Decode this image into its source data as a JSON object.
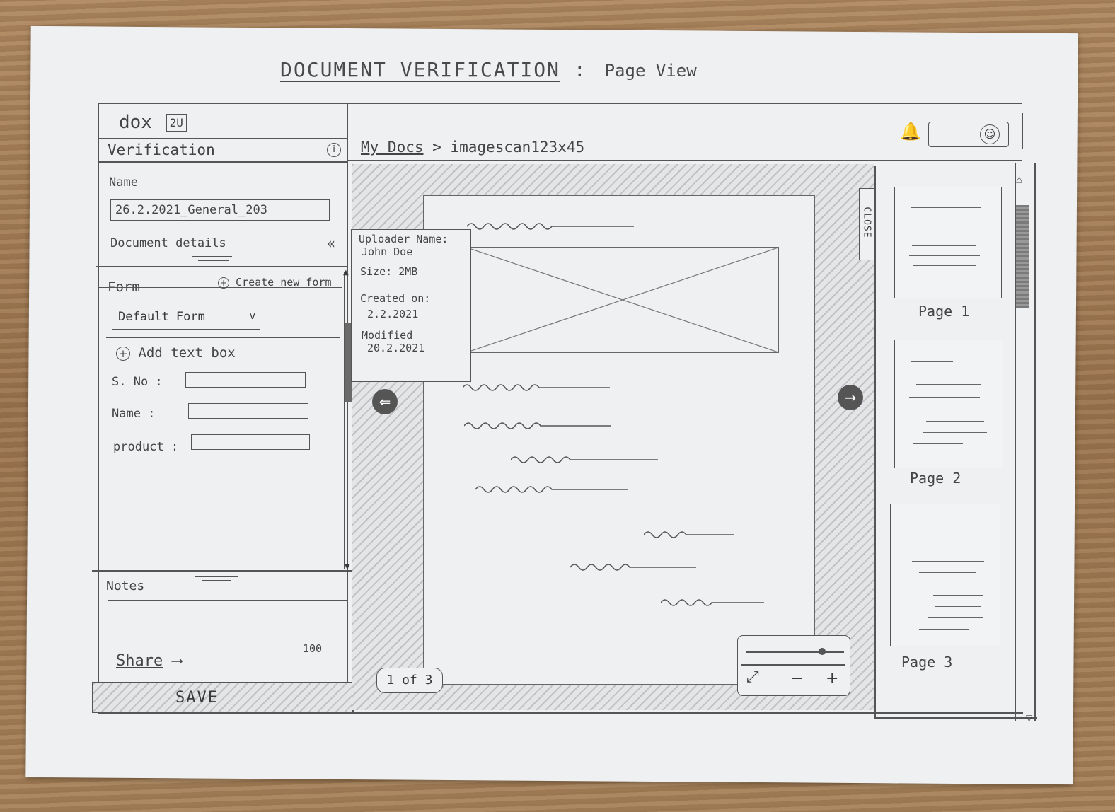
{
  "title": {
    "main": "DOCUMENT VERIFICATION",
    "separator": ":",
    "sub": "Page View"
  },
  "logo": {
    "text": "dox",
    "badge": "2U"
  },
  "sidebar": {
    "section_title": "Verification",
    "info_icon": "info-icon",
    "name_label": "Name",
    "name_value": "26.2.2021_General_203",
    "doc_details_label": "Document details",
    "collapse_icon": "double-chevron-left-icon",
    "form_label": "Form",
    "create_form_label": "Create new form",
    "form_select_value": "Default Form",
    "add_textbox_label": "Add text box",
    "fields": [
      {
        "label": "S. No :"
      },
      {
        "label": "Name :"
      },
      {
        "label": "product :"
      }
    ],
    "notes_label": "Notes",
    "notes_counter": "100",
    "share_label": "Share",
    "save_label": "SAVE"
  },
  "header": {
    "breadcrumb_root": "My Docs",
    "breadcrumb_sep": ">",
    "breadcrumb_current": "imagescan123x45",
    "bell_icon": "bell-icon",
    "user_icon": "user-icon"
  },
  "popover": {
    "uploader_label": "Uploader Name:",
    "uploader_value": "John Doe",
    "size_label": "Size:",
    "size_value": "2MB",
    "created_label": "Created on:",
    "created_value": "2.2.2021",
    "modified_label": "Modified",
    "modified_value": "20.2.2021"
  },
  "viewer": {
    "page_indicator": "1 of 3",
    "close_label": "CLOSE",
    "zoom_level": 0.8
  },
  "thumbnails": [
    {
      "label": "Page 1"
    },
    {
      "label": "Page 2"
    },
    {
      "label": "Page 3"
    }
  ]
}
